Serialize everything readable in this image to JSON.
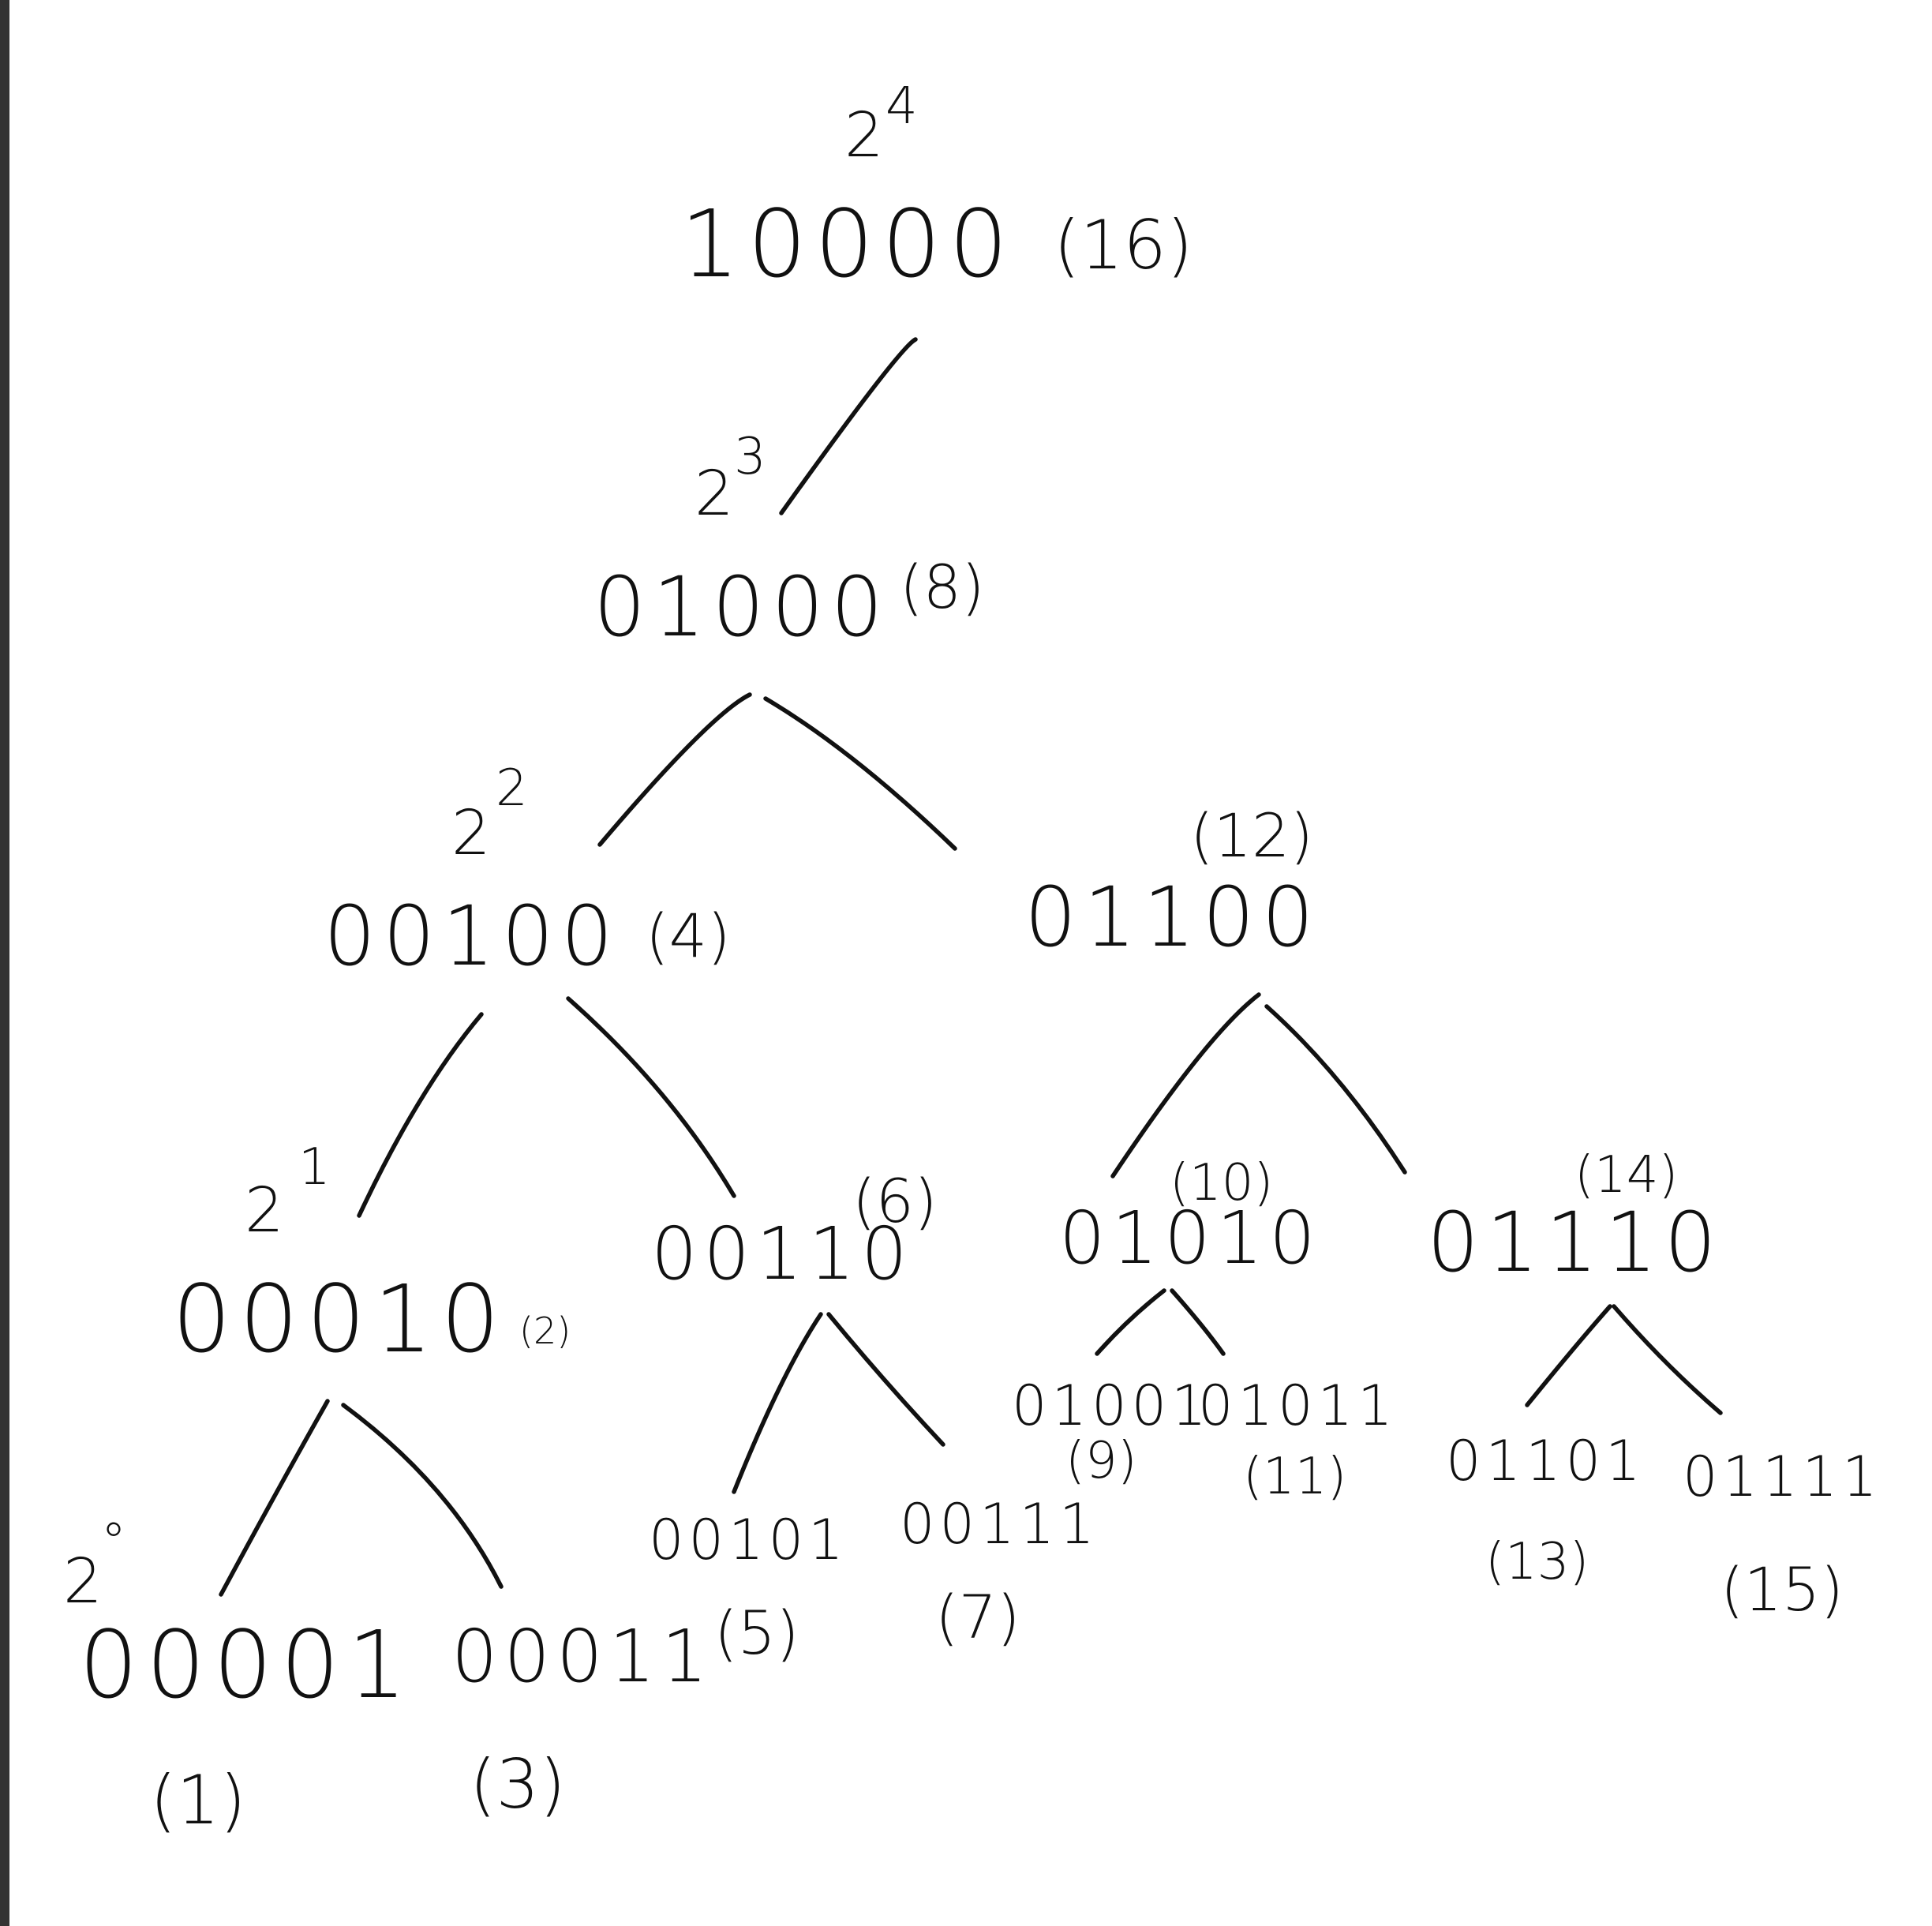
{
  "colors": {
    "ink": "#111111",
    "paper": "#ffffff",
    "border": "#333333"
  },
  "levels": [
    {
      "id": "4",
      "base": "2",
      "exp": "4"
    },
    {
      "id": "3",
      "base": "2",
      "exp": "3"
    },
    {
      "id": "2",
      "base": "2",
      "exp": "2"
    },
    {
      "id": "1",
      "base": "2",
      "exp": "1"
    },
    {
      "id": "0",
      "base": "2",
      "exp": "°"
    }
  ],
  "nodes": [
    {
      "id": "n16",
      "binary": "10000",
      "decimal": "(16)"
    },
    {
      "id": "n8",
      "binary": "01000",
      "decimal": "(8)"
    },
    {
      "id": "n4",
      "binary": "00100",
      "decimal": "(4)"
    },
    {
      "id": "n12",
      "binary": "01100",
      "decimal": "(12)"
    },
    {
      "id": "n2",
      "binary": "00010",
      "decimal": "(2)"
    },
    {
      "id": "n6",
      "binary": "00110",
      "decimal": "(6)"
    },
    {
      "id": "n10",
      "binary": "01010",
      "decimal": "(10)"
    },
    {
      "id": "n14",
      "binary": "01110",
      "decimal": "(14)"
    },
    {
      "id": "n1",
      "binary": "00001",
      "decimal": "(1)"
    },
    {
      "id": "n3",
      "binary": "00011",
      "decimal": "(3)"
    },
    {
      "id": "n5",
      "binary": "00101",
      "decimal": "(5)"
    },
    {
      "id": "n7",
      "binary": "00111",
      "decimal": "(7)"
    },
    {
      "id": "n9",
      "binary": "01001",
      "decimal": "(9)"
    },
    {
      "id": "n11",
      "binary": "01011",
      "decimal": "(11)"
    },
    {
      "id": "n13",
      "binary": "01101",
      "decimal": "(13)"
    },
    {
      "id": "n15",
      "binary": "01111",
      "decimal": "(15)"
    }
  ],
  "edges": [
    [
      "n16",
      "n8"
    ],
    [
      "n8",
      "n4"
    ],
    [
      "n8",
      "n12"
    ],
    [
      "n4",
      "n2"
    ],
    [
      "n4",
      "n6"
    ],
    [
      "n12",
      "n10"
    ],
    [
      "n12",
      "n14"
    ],
    [
      "n2",
      "n1"
    ],
    [
      "n2",
      "n3"
    ],
    [
      "n6",
      "n5"
    ],
    [
      "n6",
      "n7"
    ],
    [
      "n10",
      "n9"
    ],
    [
      "n10",
      "n11"
    ],
    [
      "n14",
      "n13"
    ],
    [
      "n14",
      "n15"
    ]
  ]
}
